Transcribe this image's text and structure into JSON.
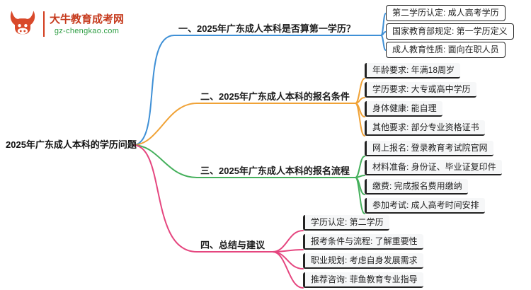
{
  "logo": {
    "title": "大牛教育成考网",
    "domain": "gz-chengkao.com"
  },
  "root": {
    "label": "2025年广东成人本科的学历问题"
  },
  "branches": [
    {
      "label": "一、2025年广东成人本科是否算第一学历？",
      "color": "#3f90d6",
      "children": [
        {
          "label": "第二学历认定: 成人高考学历"
        },
        {
          "label": "国家教育部规定: 第一学历定义"
        },
        {
          "label": "成人教育性质: 面向在职人员"
        }
      ]
    },
    {
      "label": "二、2025年广东成人本科的报名条件",
      "color": "#f0a236",
      "children": [
        {
          "label": "年龄要求: 年满18周岁"
        },
        {
          "label": "学历要求: 大专或高中学历"
        },
        {
          "label": "身体健康: 能自理"
        },
        {
          "label": "其他要求: 部分专业资格证书"
        }
      ]
    },
    {
      "label": "三、2025年广东成人本科的报名流程",
      "color": "#45b05c",
      "children": [
        {
          "label": "网上报名: 登录教育考试院官网"
        },
        {
          "label": "材料准备: 身份证、毕业证复印件"
        },
        {
          "label": "缴费: 完成报名费用缴纳"
        },
        {
          "label": "参加考试: 成人高考时间安排"
        }
      ]
    },
    {
      "label": "四、总结与建议",
      "color": "#e5467f",
      "children": [
        {
          "label": "学历认定: 第二学历"
        },
        {
          "label": "报考条件与流程: 了解重要性"
        },
        {
          "label": "职业规划: 考虑自身发展需求"
        },
        {
          "label": "推荐咨询: 菲鱼教育专业指导"
        }
      ]
    }
  ]
}
